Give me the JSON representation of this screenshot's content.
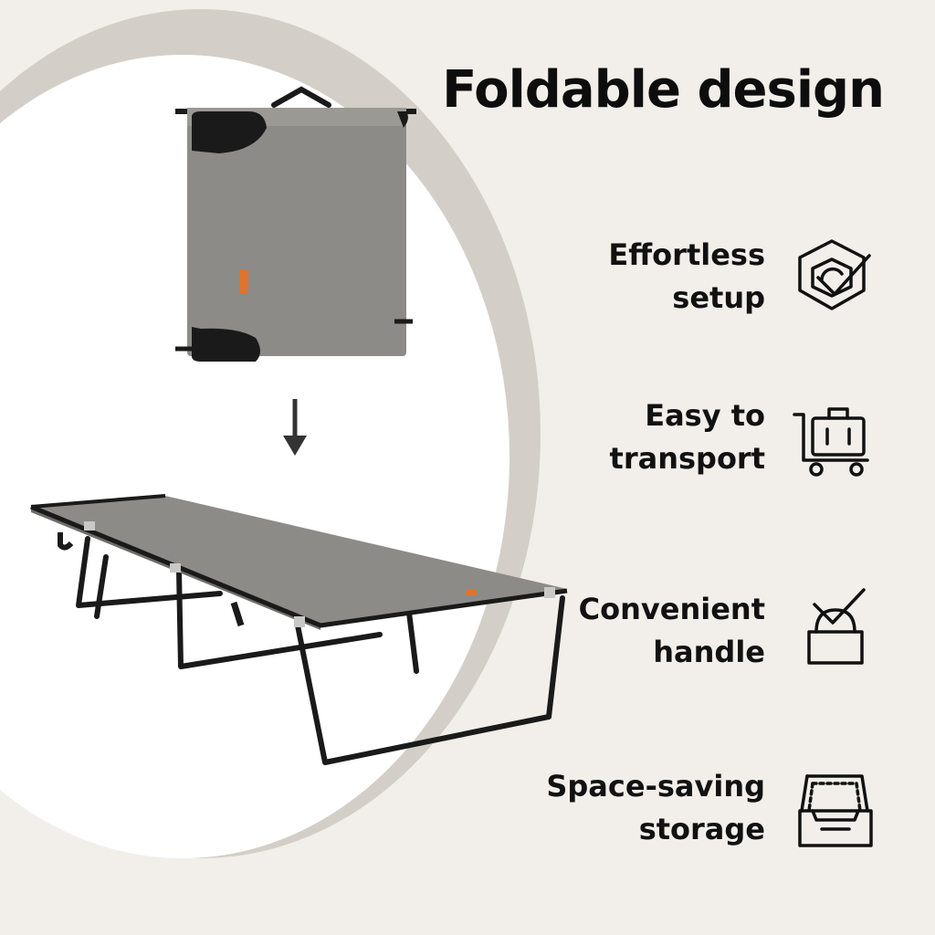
{
  "title": "Foldable design",
  "features": [
    {
      "line1": "Effortless",
      "line2": "setup",
      "icon": "hexagon-check-icon"
    },
    {
      "line1": "Easy to",
      "line2": "transport",
      "icon": "luggage-cart-icon"
    },
    {
      "line1": "Convenient",
      "line2": "handle",
      "icon": "handle-box-icon"
    },
    {
      "line1": "Space-saving",
      "line2": "storage",
      "icon": "storage-drawer-icon"
    }
  ],
  "colors": {
    "background": "#f2efea",
    "arc_outer": "#d3cfc8",
    "circle_fill": "#ffffff",
    "fabric": "#8c8b87",
    "frame": "#1a1a1a",
    "accent_tag": "#e0732f"
  }
}
